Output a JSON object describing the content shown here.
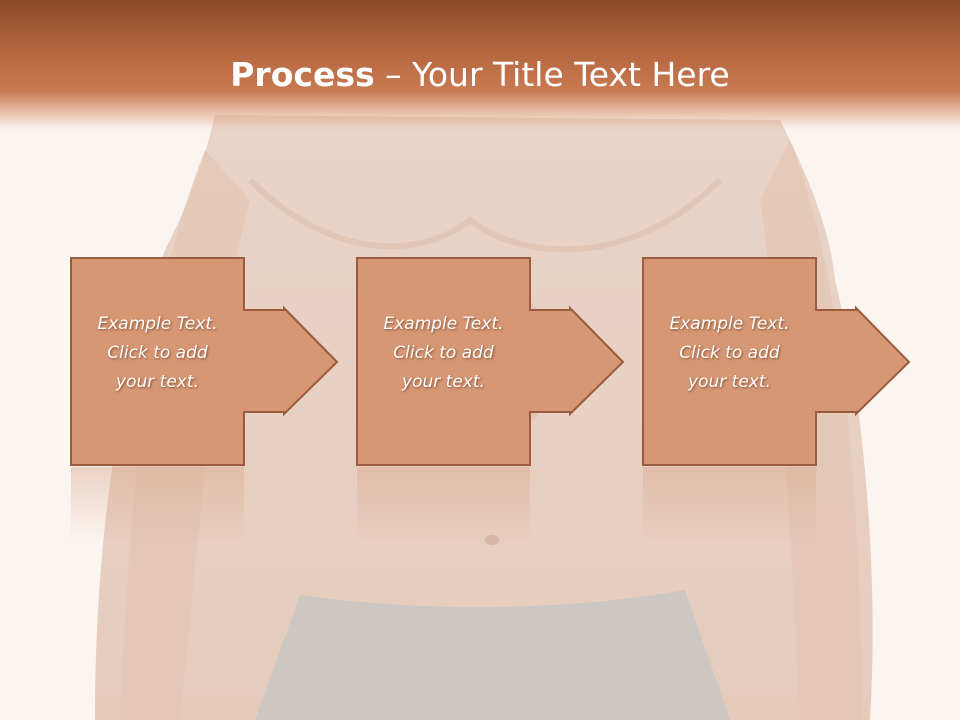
{
  "title": {
    "bold": "Process",
    "rest": " – Your Title Text Here"
  },
  "steps": [
    {
      "line1": "Example Text.",
      "line2": "Click  to add",
      "line3": "your text."
    },
    {
      "line1": "Example Text.",
      "line2": "Click  to add",
      "line3": "your text."
    },
    {
      "line1": "Example Text.",
      "line2": "Click  to add",
      "line3": "your text."
    }
  ],
  "colors": {
    "title_band": "#b4653d",
    "box_fill": "#d69774",
    "box_stroke": "#9a5b3e",
    "background": "#fbf5f1"
  }
}
